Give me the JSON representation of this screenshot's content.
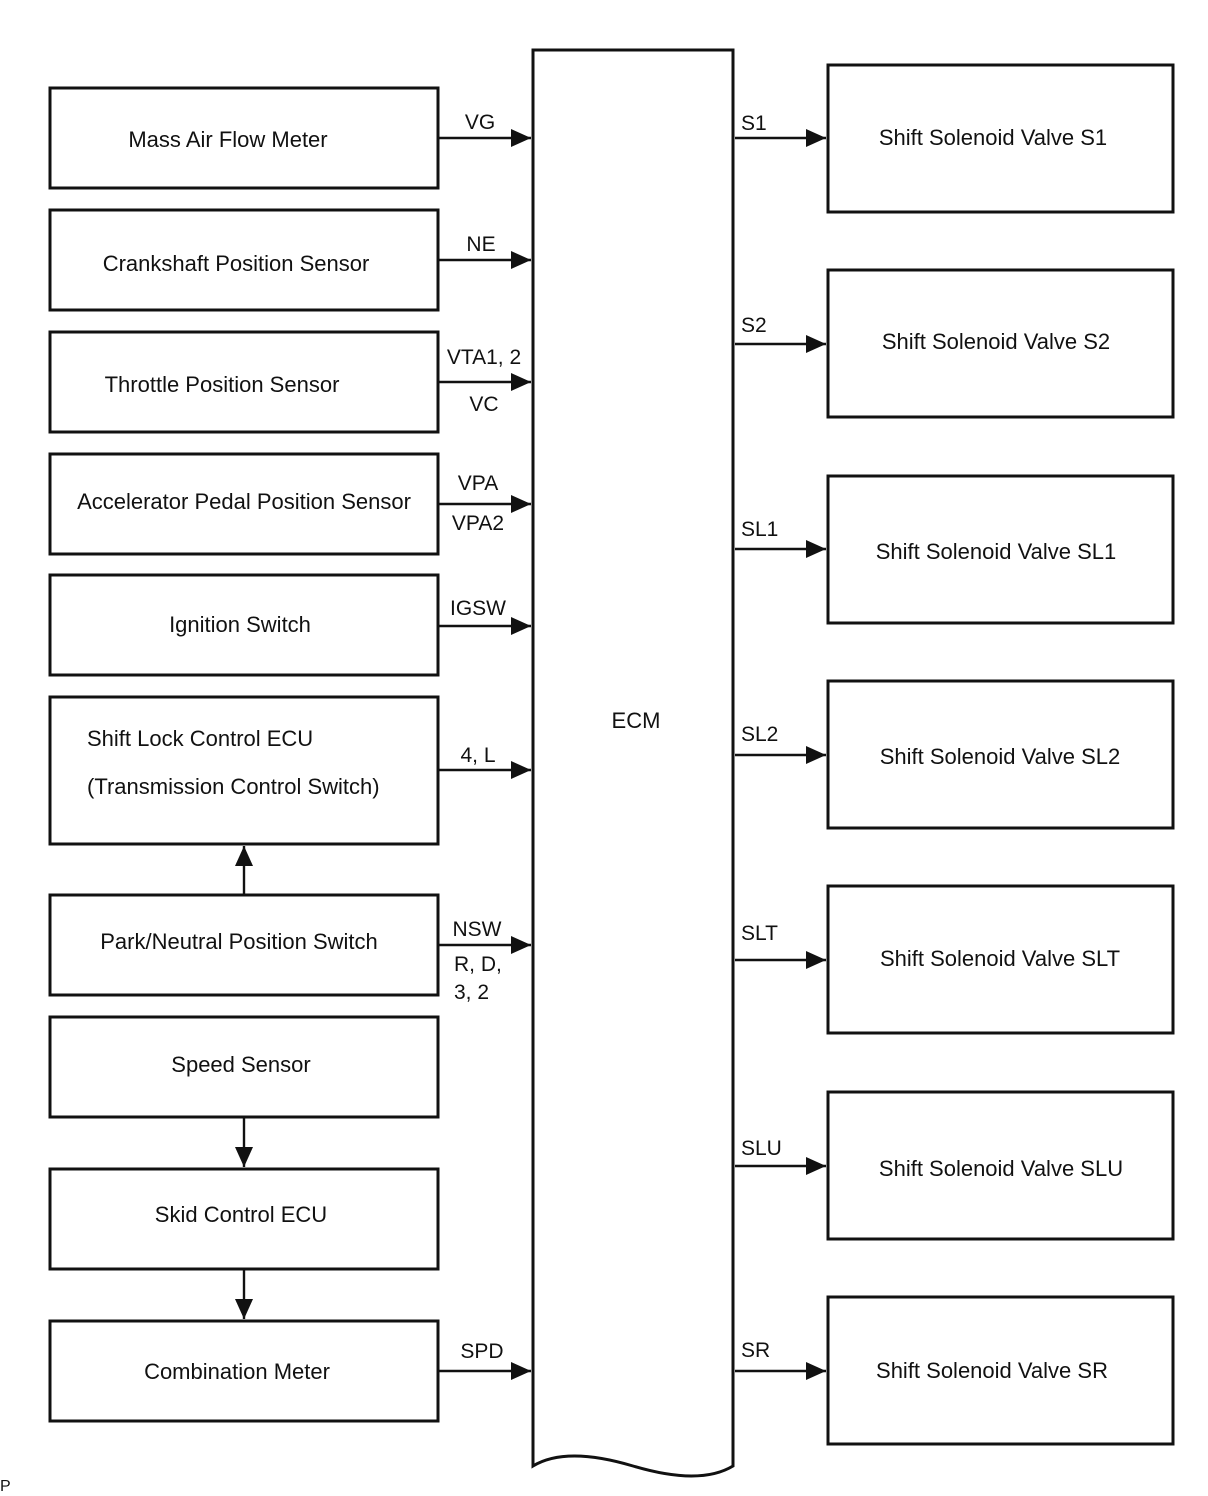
{
  "ecm": {
    "label": "ECM"
  },
  "inputs": [
    {
      "name": "Mass Air Flow Meter",
      "signals": [
        "VG"
      ]
    },
    {
      "name": "Crankshaft Position Sensor",
      "signals": [
        "NE"
      ]
    },
    {
      "name": "Throttle Position Sensor",
      "signals": [
        "VTA1, 2",
        "VC"
      ]
    },
    {
      "name": "Accelerator Pedal Position Sensor",
      "signals": [
        "VPA",
        "VPA2"
      ]
    },
    {
      "name": "Ignition Switch",
      "signals": [
        "IGSW"
      ]
    },
    {
      "name": "Shift Lock Control ECU",
      "name2": "(Transmission Control Switch)",
      "signals": [
        "4, L"
      ]
    },
    {
      "name": "Park/Neutral Position Switch",
      "signals": [
        "NSW",
        "R, D,",
        "3, 2"
      ]
    },
    {
      "name": "Speed Sensor",
      "signals": []
    },
    {
      "name": "Skid Control ECU",
      "signals": []
    },
    {
      "name": "Combination Meter",
      "signals": [
        "SPD"
      ]
    }
  ],
  "outputs": [
    {
      "signal": "S1",
      "name": "Shift Solenoid Valve S1"
    },
    {
      "signal": "S2",
      "name": "Shift Solenoid Valve S2"
    },
    {
      "signal": "SL1",
      "name": "Shift Solenoid Valve SL1"
    },
    {
      "signal": "SL2",
      "name": "Shift Solenoid Valve SL2"
    },
    {
      "signal": "SLT",
      "name": "Shift Solenoid Valve SLT"
    },
    {
      "signal": "SLU",
      "name": "Shift Solenoid Valve SLU"
    },
    {
      "signal": "SR",
      "name": "Shift Solenoid Valve SR"
    }
  ],
  "corner_mark": "P"
}
